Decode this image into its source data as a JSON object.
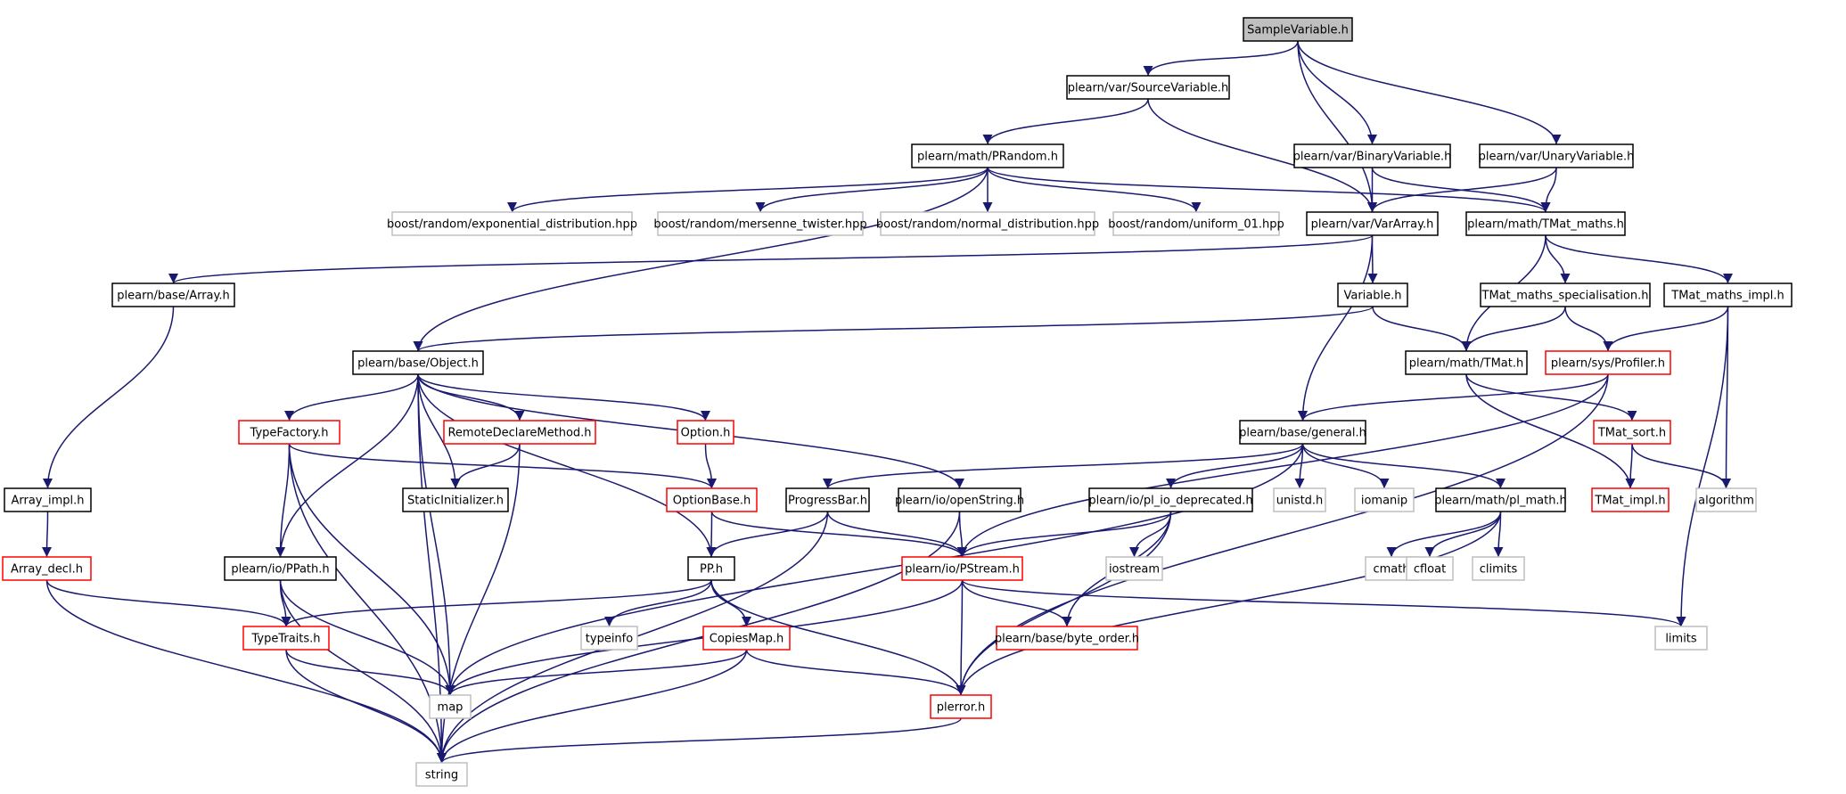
{
  "graph": {
    "root_fill": "#bfbfbf",
    "edge_color": "#191970",
    "nodes": {
      "sample_variable": {
        "label": "SampleVariable.h",
        "style": "root"
      },
      "source_variable": {
        "label": "plearn/var/SourceVariable.h",
        "style": "normal"
      },
      "prandom": {
        "label": "plearn/math/PRandom.h",
        "style": "normal"
      },
      "binary_variable": {
        "label": "plearn/var/BinaryVariable.h",
        "style": "normal"
      },
      "unary_variable": {
        "label": "plearn/var/UnaryVariable.h",
        "style": "normal"
      },
      "exponential_distribution": {
        "label": "boost/random/exponential_distribution.hpp",
        "style": "system"
      },
      "mersenne_twister": {
        "label": "boost/random/mersenne_twister.hpp",
        "style": "system"
      },
      "normal_distribution": {
        "label": "boost/random/normal_distribution.hpp",
        "style": "system"
      },
      "uniform_01": {
        "label": "boost/random/uniform_01.hpp",
        "style": "system"
      },
      "var_array": {
        "label": "plearn/var/VarArray.h",
        "style": "normal"
      },
      "tmat_maths": {
        "label": "plearn/math/TMat_maths.h",
        "style": "normal"
      },
      "base_array": {
        "label": "plearn/base/Array.h",
        "style": "normal"
      },
      "variable": {
        "label": "Variable.h",
        "style": "normal"
      },
      "tmat_maths_specialisation": {
        "label": "TMat_maths_specialisation.h",
        "style": "normal"
      },
      "tmat_maths_impl": {
        "label": "TMat_maths_impl.h",
        "style": "normal"
      },
      "object": {
        "label": "plearn/base/Object.h",
        "style": "normal"
      },
      "tmat": {
        "label": "plearn/math/TMat.h",
        "style": "normal"
      },
      "profiler": {
        "label": "plearn/sys/Profiler.h",
        "style": "truncated"
      },
      "type_factory": {
        "label": "TypeFactory.h",
        "style": "truncated"
      },
      "remote_declare_method": {
        "label": "RemoteDeclareMethod.h",
        "style": "truncated"
      },
      "option": {
        "label": "Option.h",
        "style": "truncated"
      },
      "general": {
        "label": "plearn/base/general.h",
        "style": "normal"
      },
      "tmat_sort": {
        "label": "TMat_sort.h",
        "style": "truncated"
      },
      "array_impl": {
        "label": "Array_impl.h",
        "style": "normal"
      },
      "static_initializer": {
        "label": "StaticInitializer.h",
        "style": "normal"
      },
      "option_base": {
        "label": "OptionBase.h",
        "style": "truncated"
      },
      "progress_bar": {
        "label": "ProgressBar.h",
        "style": "normal"
      },
      "open_string": {
        "label": "plearn/io/openString.h",
        "style": "normal"
      },
      "pl_io_deprecated": {
        "label": "plearn/io/pl_io_deprecated.h",
        "style": "normal"
      },
      "unistd": {
        "label": "unistd.h",
        "style": "system"
      },
      "iomanip": {
        "label": "iomanip",
        "style": "system"
      },
      "pl_math": {
        "label": "plearn/math/pl_math.h",
        "style": "normal"
      },
      "tmat_impl": {
        "label": "TMat_impl.h",
        "style": "truncated"
      },
      "algorithm": {
        "label": "algorithm",
        "style": "system"
      },
      "array_decl": {
        "label": "Array_decl.h",
        "style": "truncated"
      },
      "ppath": {
        "label": "plearn/io/PPath.h",
        "style": "normal"
      },
      "pp": {
        "label": "PP.h",
        "style": "normal"
      },
      "pstream": {
        "label": "plearn/io/PStream.h",
        "style": "truncated"
      },
      "iostream": {
        "label": "iostream",
        "style": "system"
      },
      "cmath": {
        "label": "cmath",
        "style": "system"
      },
      "cfloat": {
        "label": "cfloat",
        "style": "system"
      },
      "climits": {
        "label": "climits",
        "style": "system"
      },
      "type_traits": {
        "label": "TypeTraits.h",
        "style": "truncated"
      },
      "typeinfo": {
        "label": "typeinfo",
        "style": "system"
      },
      "copies_map": {
        "label": "CopiesMap.h",
        "style": "truncated"
      },
      "byte_order": {
        "label": "plearn/base/byte_order.h",
        "style": "truncated"
      },
      "limits": {
        "label": "limits",
        "style": "system"
      },
      "map": {
        "label": "map",
        "style": "system"
      },
      "plerror": {
        "label": "plerror.h",
        "style": "truncated"
      },
      "string": {
        "label": "string",
        "style": "system"
      }
    },
    "edges": [
      [
        "sample_variable",
        "source_variable"
      ],
      [
        "sample_variable",
        "var_array"
      ],
      [
        "sample_variable",
        "binary_variable"
      ],
      [
        "sample_variable",
        "unary_variable"
      ],
      [
        "source_variable",
        "prandom"
      ],
      [
        "source_variable",
        "var_array"
      ],
      [
        "prandom",
        "object"
      ],
      [
        "prandom",
        "exponential_distribution"
      ],
      [
        "prandom",
        "mersenne_twister"
      ],
      [
        "prandom",
        "normal_distribution"
      ],
      [
        "prandom",
        "uniform_01"
      ],
      [
        "prandom",
        "tmat_maths"
      ],
      [
        "binary_variable",
        "var_array"
      ],
      [
        "binary_variable",
        "tmat_maths"
      ],
      [
        "unary_variable",
        "var_array"
      ],
      [
        "unary_variable",
        "tmat_maths"
      ],
      [
        "var_array",
        "base_array"
      ],
      [
        "var_array",
        "variable"
      ],
      [
        "var_array",
        "general"
      ],
      [
        "tmat_maths",
        "tmat"
      ],
      [
        "tmat_maths",
        "tmat_maths_specialisation"
      ],
      [
        "tmat_maths",
        "tmat_maths_impl"
      ],
      [
        "base_array",
        "array_impl"
      ],
      [
        "variable",
        "object"
      ],
      [
        "variable",
        "tmat"
      ],
      [
        "tmat_maths_specialisation",
        "tmat"
      ],
      [
        "tmat_maths_specialisation",
        "profiler"
      ],
      [
        "tmat_maths_impl",
        "profiler"
      ],
      [
        "tmat_maths_impl",
        "algorithm"
      ],
      [
        "tmat_maths_impl",
        "limits"
      ],
      [
        "object",
        "string"
      ],
      [
        "object",
        "ppath"
      ],
      [
        "object",
        "type_factory"
      ],
      [
        "object",
        "map"
      ],
      [
        "object",
        "static_initializer"
      ],
      [
        "object",
        "remote_declare_method"
      ],
      [
        "object",
        "pp"
      ],
      [
        "object",
        "option"
      ],
      [
        "object",
        "open_string"
      ],
      [
        "tmat",
        "tmat_sort"
      ],
      [
        "tmat",
        "tmat_impl"
      ],
      [
        "profiler",
        "general"
      ],
      [
        "profiler",
        "pstream"
      ],
      [
        "profiler",
        "plerror"
      ],
      [
        "type_factory",
        "string"
      ],
      [
        "type_factory",
        "ppath"
      ],
      [
        "type_factory",
        "map"
      ],
      [
        "type_factory",
        "option_base"
      ],
      [
        "remote_declare_method",
        "static_initializer"
      ],
      [
        "remote_declare_method",
        "string"
      ],
      [
        "option",
        "option_base"
      ],
      [
        "general",
        "map"
      ],
      [
        "general",
        "progress_bar"
      ],
      [
        "general",
        "pl_io_deprecated"
      ],
      [
        "general",
        "unistd"
      ],
      [
        "general",
        "iomanip"
      ],
      [
        "general",
        "pl_math"
      ],
      [
        "tmat_sort",
        "tmat_impl"
      ],
      [
        "tmat_sort",
        "algorithm"
      ],
      [
        "array_impl",
        "array_decl"
      ],
      [
        "option_base",
        "pp"
      ],
      [
        "option_base",
        "pstream"
      ],
      [
        "progress_bar",
        "pp"
      ],
      [
        "progress_bar",
        "pstream"
      ],
      [
        "progress_bar",
        "string"
      ],
      [
        "open_string",
        "pstream"
      ],
      [
        "open_string",
        "string"
      ],
      [
        "pl_io_deprecated",
        "pstream"
      ],
      [
        "pl_io_deprecated",
        "iostream"
      ],
      [
        "pl_io_deprecated",
        "byte_order"
      ],
      [
        "pl_io_deprecated",
        "plerror"
      ],
      [
        "pl_math",
        "cmath"
      ],
      [
        "pl_math",
        "cfloat"
      ],
      [
        "pl_math",
        "climits"
      ],
      [
        "pl_math",
        "plerror"
      ],
      [
        "array_decl",
        "type_traits"
      ],
      [
        "array_decl",
        "string"
      ],
      [
        "ppath",
        "type_traits"
      ],
      [
        "ppath",
        "map"
      ],
      [
        "ppath",
        "string"
      ],
      [
        "pp",
        "type_traits"
      ],
      [
        "pp",
        "typeinfo"
      ],
      [
        "pp",
        "copies_map"
      ],
      [
        "pp",
        "plerror"
      ],
      [
        "pstream",
        "map"
      ],
      [
        "pstream",
        "byte_order"
      ],
      [
        "pstream",
        "plerror"
      ],
      [
        "pstream",
        "limits"
      ],
      [
        "type_traits",
        "map"
      ],
      [
        "type_traits",
        "string"
      ],
      [
        "copies_map",
        "map"
      ],
      [
        "copies_map",
        "string"
      ],
      [
        "copies_map",
        "plerror"
      ],
      [
        "plerror",
        "string"
      ]
    ]
  }
}
